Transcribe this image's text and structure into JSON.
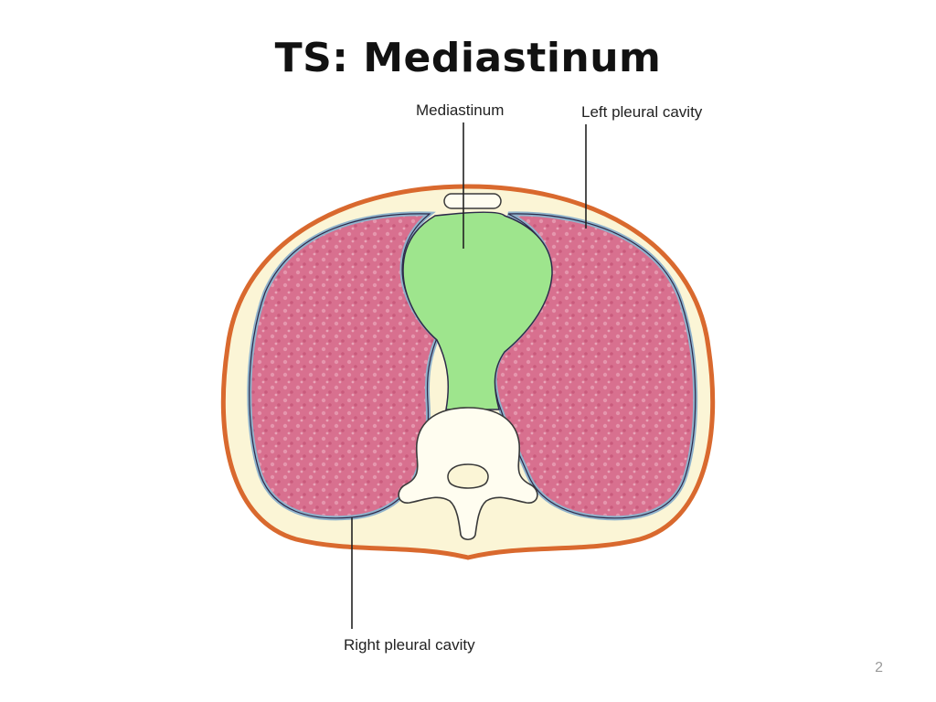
{
  "slide": {
    "title": "TS: Mediastinum",
    "page_number": "2"
  },
  "diagram": {
    "labels": {
      "mediastinum": "Mediastinum",
      "left_pleural_cavity": "Left pleural cavity",
      "right_pleural_cavity": "Right pleural cavity"
    },
    "colors": {
      "body_outline": "#d9692e",
      "body_fill": "#fbf5d6",
      "lung_fill": "#d8708f",
      "pleura": "#8fb3cc",
      "mediastinum_fill": "#9ee58d",
      "bone_outline": "#3a3a3a"
    }
  }
}
